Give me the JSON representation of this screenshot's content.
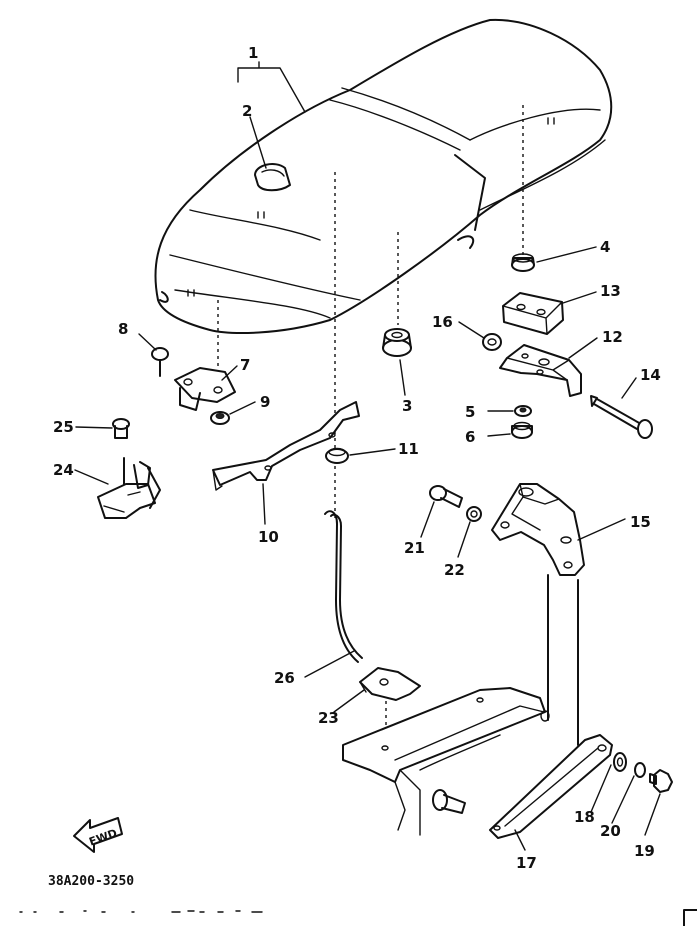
{
  "diagram": {
    "part_numbers": [
      "1",
      "2",
      "3",
      "4",
      "5",
      "6",
      "7",
      "8",
      "9",
      "10",
      "11",
      "12",
      "13",
      "14",
      "15",
      "16",
      "17",
      "18",
      "19",
      "20",
      "21",
      "22",
      "23",
      "24",
      "25",
      "26"
    ],
    "fwd_label": "FWD",
    "drawing_code": "38A200-3250",
    "ink_color": "#111111",
    "background": "#ffffff"
  }
}
